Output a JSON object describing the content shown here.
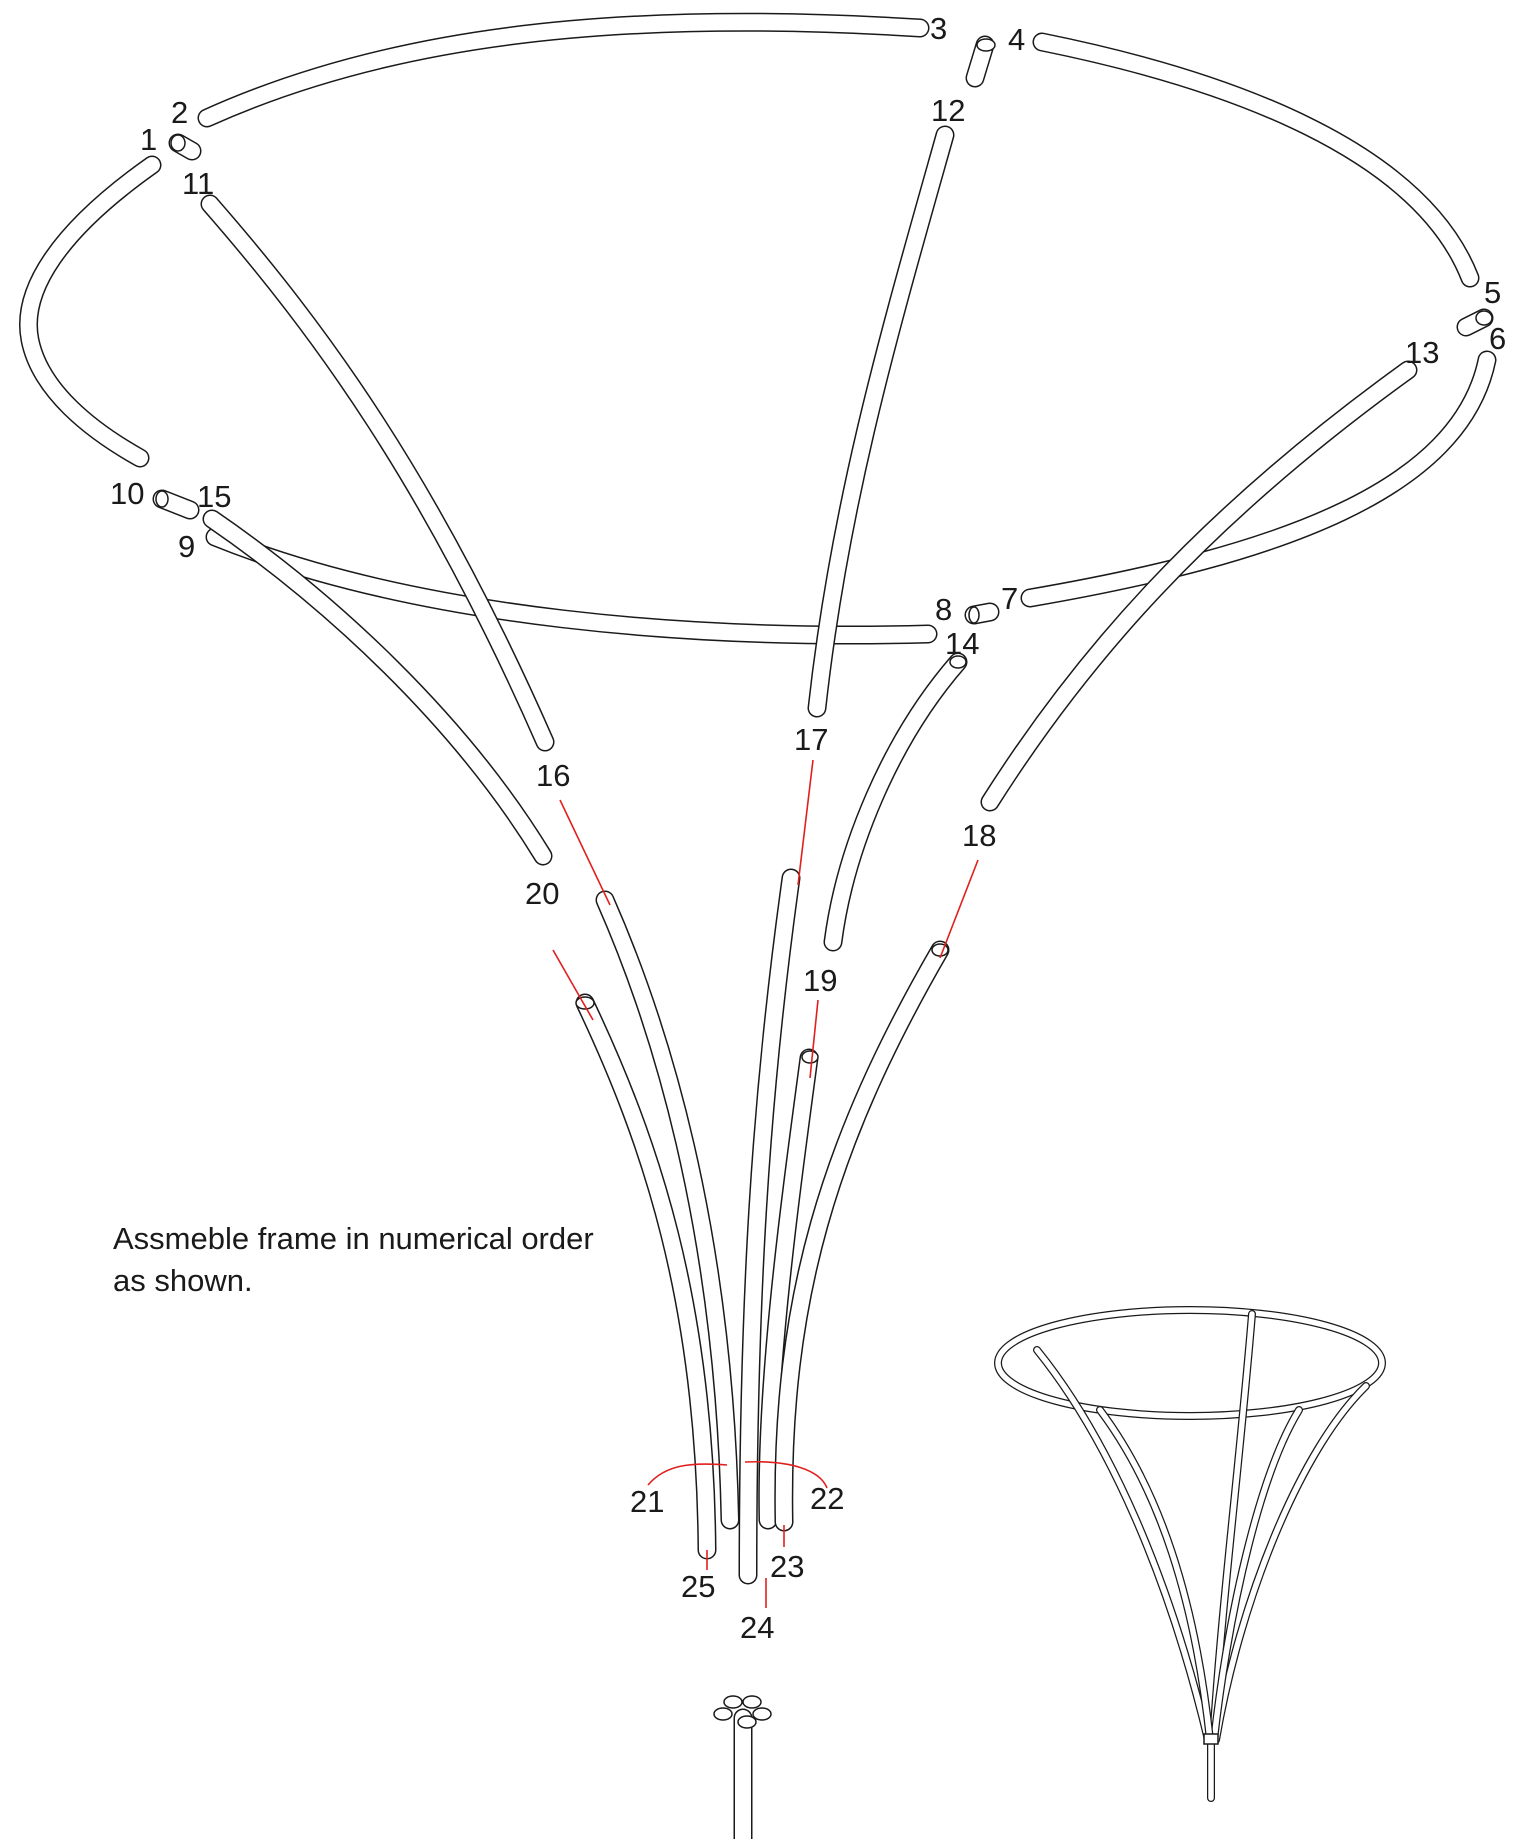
{
  "instructions": "Assmeble frame in numerical order as shown.",
  "parts": {
    "p1": "1",
    "p2": "2",
    "p3": "3",
    "p4": "4",
    "p5": "5",
    "p6": "6",
    "p7": "7",
    "p8": "8",
    "p9": "9",
    "p10": "10",
    "p11": "11",
    "p12": "12",
    "p13": "13",
    "p14": "14",
    "p15": "15",
    "p16": "16",
    "p17": "17",
    "p18": "18",
    "p19": "19",
    "p20": "20",
    "p21": "21",
    "p22": "22",
    "p23": "23",
    "p24": "24",
    "p25": "25"
  },
  "colors": {
    "line": "#1a1a1a",
    "leader": "#e0201e",
    "background": "#ffffff"
  }
}
